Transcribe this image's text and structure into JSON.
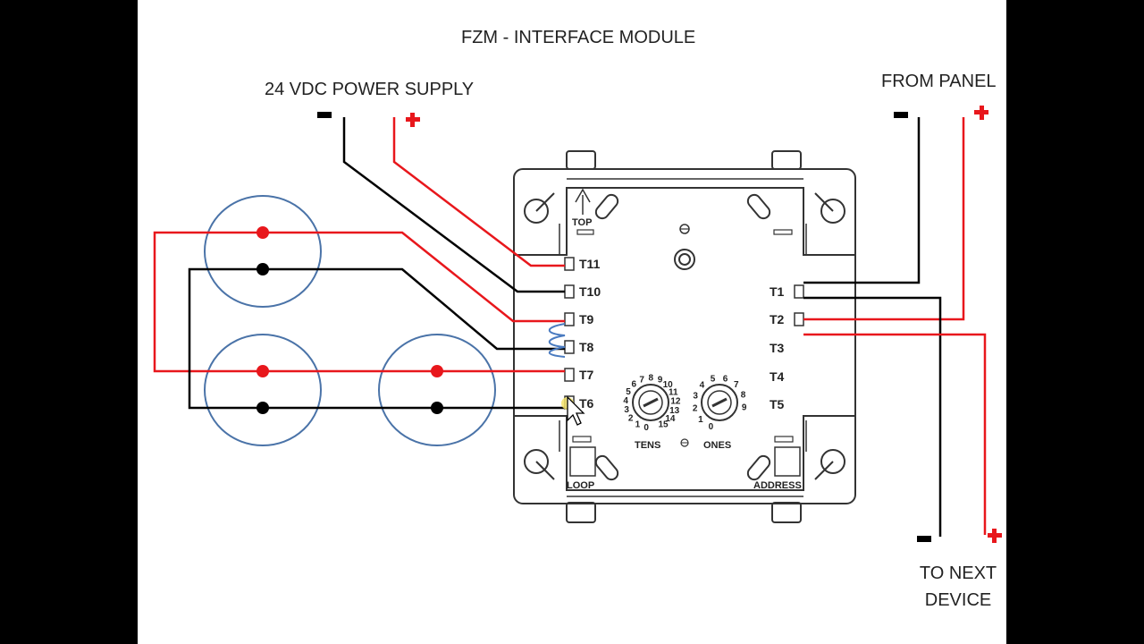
{
  "title": "FZM  -  INTERFACE MODULE",
  "power_supply": {
    "label": "24 VDC POWER SUPPLY",
    "minus": "−",
    "plus": "+"
  },
  "from_panel": {
    "label": "FROM PANEL",
    "minus": "−",
    "plus": "+"
  },
  "to_next": {
    "line1": "TO NEXT",
    "line2": "DEVICE",
    "minus": "−",
    "plus": "+"
  },
  "module": {
    "top_label": "TOP",
    "left_terminals": [
      "T11",
      "T10",
      "T9",
      "T8",
      "T7",
      "T6"
    ],
    "right_terminals": [
      "T1",
      "T2",
      "T3",
      "T4",
      "T5"
    ],
    "tens_label": "TENS",
    "ones_label": "ONES",
    "loop_label": "LOOP",
    "address_label": "ADDRESS",
    "tens_digits": [
      "0",
      "1",
      "2",
      "3",
      "4",
      "5",
      "6",
      "7",
      "8",
      "9",
      "10",
      "11",
      "12",
      "13",
      "14",
      "15"
    ],
    "ones_digits": [
      "0",
      "1",
      "2",
      "3",
      "4",
      "5",
      "6",
      "7",
      "8",
      "9"
    ]
  },
  "colors": {
    "positive_wire": "#e8171c",
    "negative_wire": "#000000",
    "device": "#4a73a8",
    "resistor": "#4a7bc0",
    "module_outline": "#333333"
  }
}
